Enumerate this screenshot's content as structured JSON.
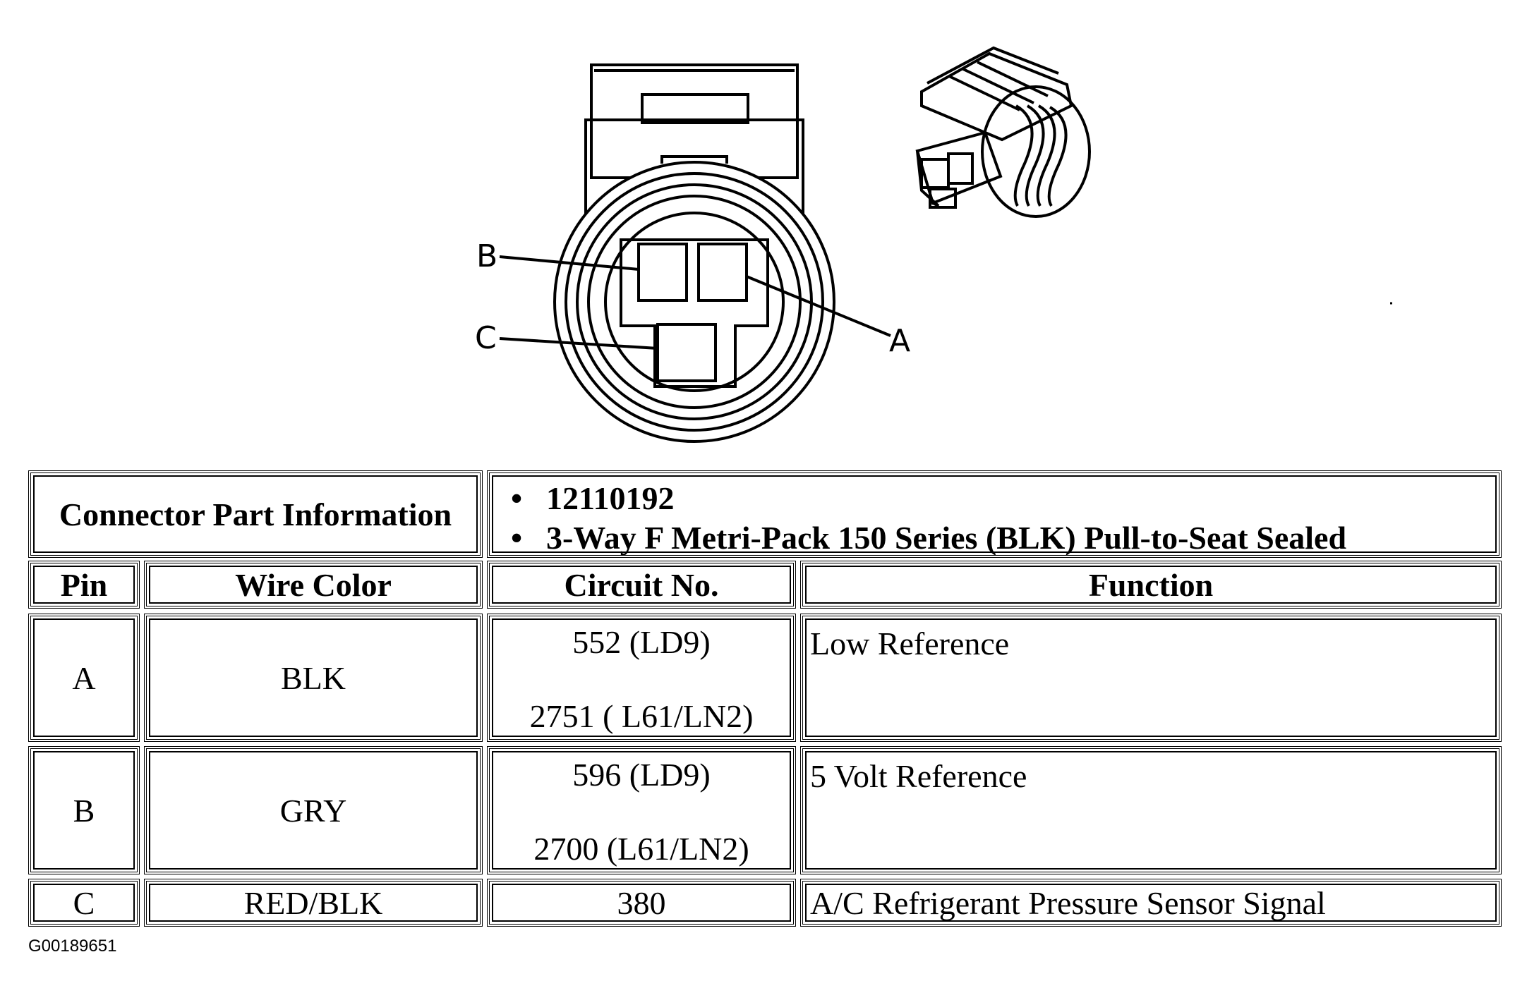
{
  "pins_diagram": {
    "labels": [
      "B",
      "C",
      "A"
    ]
  },
  "table": {
    "part_info_label": "Connector Part Information",
    "part_info_items": [
      "12110192",
      "3-Way F Metri-Pack 150 Series (BLK) Pull-to-Seat Sealed"
    ],
    "headers": {
      "pin": "Pin",
      "wire_color": "Wire Color",
      "circuit": "Circuit No.",
      "function": "Function"
    },
    "rows": [
      {
        "pin": "A",
        "wire_color": "BLK",
        "circuit_1": "552 (LD9)",
        "circuit_2": "2751 ( L61/LN2)",
        "function": "Low Reference"
      },
      {
        "pin": "B",
        "wire_color": "GRY",
        "circuit_1": "596 (LD9)",
        "circuit_2": "2700 (L61/LN2)",
        "function": "5 Volt Reference"
      },
      {
        "pin": "C",
        "wire_color": "RED/BLK",
        "circuit_1": "380",
        "function": "A/C Refrigerant Pressure Sensor Signal"
      }
    ]
  },
  "figure_id": "G00189651"
}
